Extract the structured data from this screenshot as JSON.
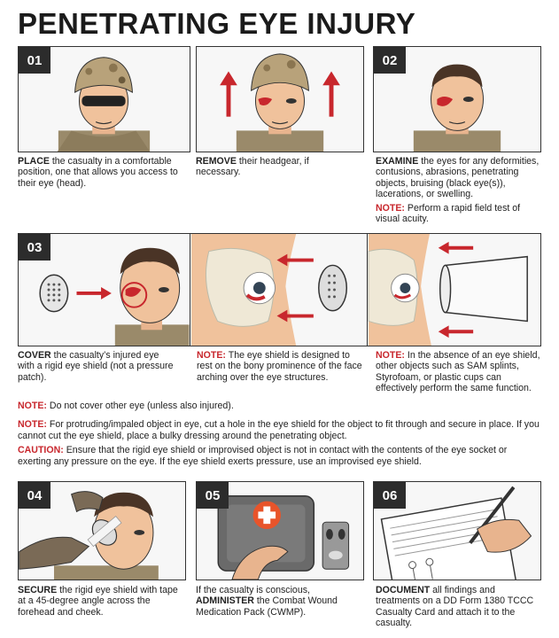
{
  "title": "PENETRATING EYE INJURY",
  "colors": {
    "accent": "#c8272d",
    "dark": "#2c2c2c"
  },
  "steps": {
    "s01": {
      "num": "01",
      "bold": "PLACE",
      "text": " the casualty in a comfortable position, one that allows you access to their eye (head)."
    },
    "s01b": {
      "bold": "REMOVE",
      "text": " their headgear, if necessary."
    },
    "s02": {
      "num": "02",
      "bold": "EXAMINE",
      "text": " the eyes for any deformities, contusions, abrasions, penetrating objects, bruising (black eye(s)), lacerations, or swelling.",
      "note_label": "NOTE:",
      "note_text": " Perform a rapid field test of visual acuity."
    },
    "s03": {
      "num": "03",
      "bold": "COVER",
      "text": " the casualty’s injured eye with a rigid eye shield (not a pressure patch)."
    },
    "s03b": {
      "note_label": "NOTE:",
      "note_text": " The eye shield is designed to rest on the bony prominence of the face arching over the eye structures."
    },
    "s03c": {
      "note_label": "NOTE:",
      "note_text": " In the absence of an eye shield, other objects such as SAM splints, Styrofoam, or plastic cups can effectively perform the same function."
    },
    "s04": {
      "num": "04",
      "bold": "SECURE",
      "text": " the rigid eye shield with tape at a 45-degree angle across the forehead and cheek."
    },
    "s05": {
      "num": "05",
      "pre": "If the casualty is conscious, ",
      "bold": "ADMINISTER",
      "text": " the Combat Wound Medication Pack (CWMP)."
    },
    "s06": {
      "num": "06",
      "bold": "DOCUMENT",
      "text": " all findings and treatments on a DD Form 1380 TCCC Casualty Card and attach it to the casualty."
    }
  },
  "notes": {
    "n1_label": "NOTE:",
    "n1_text": " Do not cover other eye (unless also injured).",
    "n2_label": "NOTE:",
    "n2_text": " For protruding/impaled object in eye, cut a hole in the eye shield for the object to fit through and secure in place. If you cannot cut the eye shield, place a bulky dressing around the penetrating object.",
    "n3_label": "CAUTION:",
    "n3_text": " Ensure that the rigid eye shield or improvised object is not in contact with the contents of the eye socket or exerting any pressure on the eye. If the eye shield exerts pressure, use an improvised eye shield."
  }
}
